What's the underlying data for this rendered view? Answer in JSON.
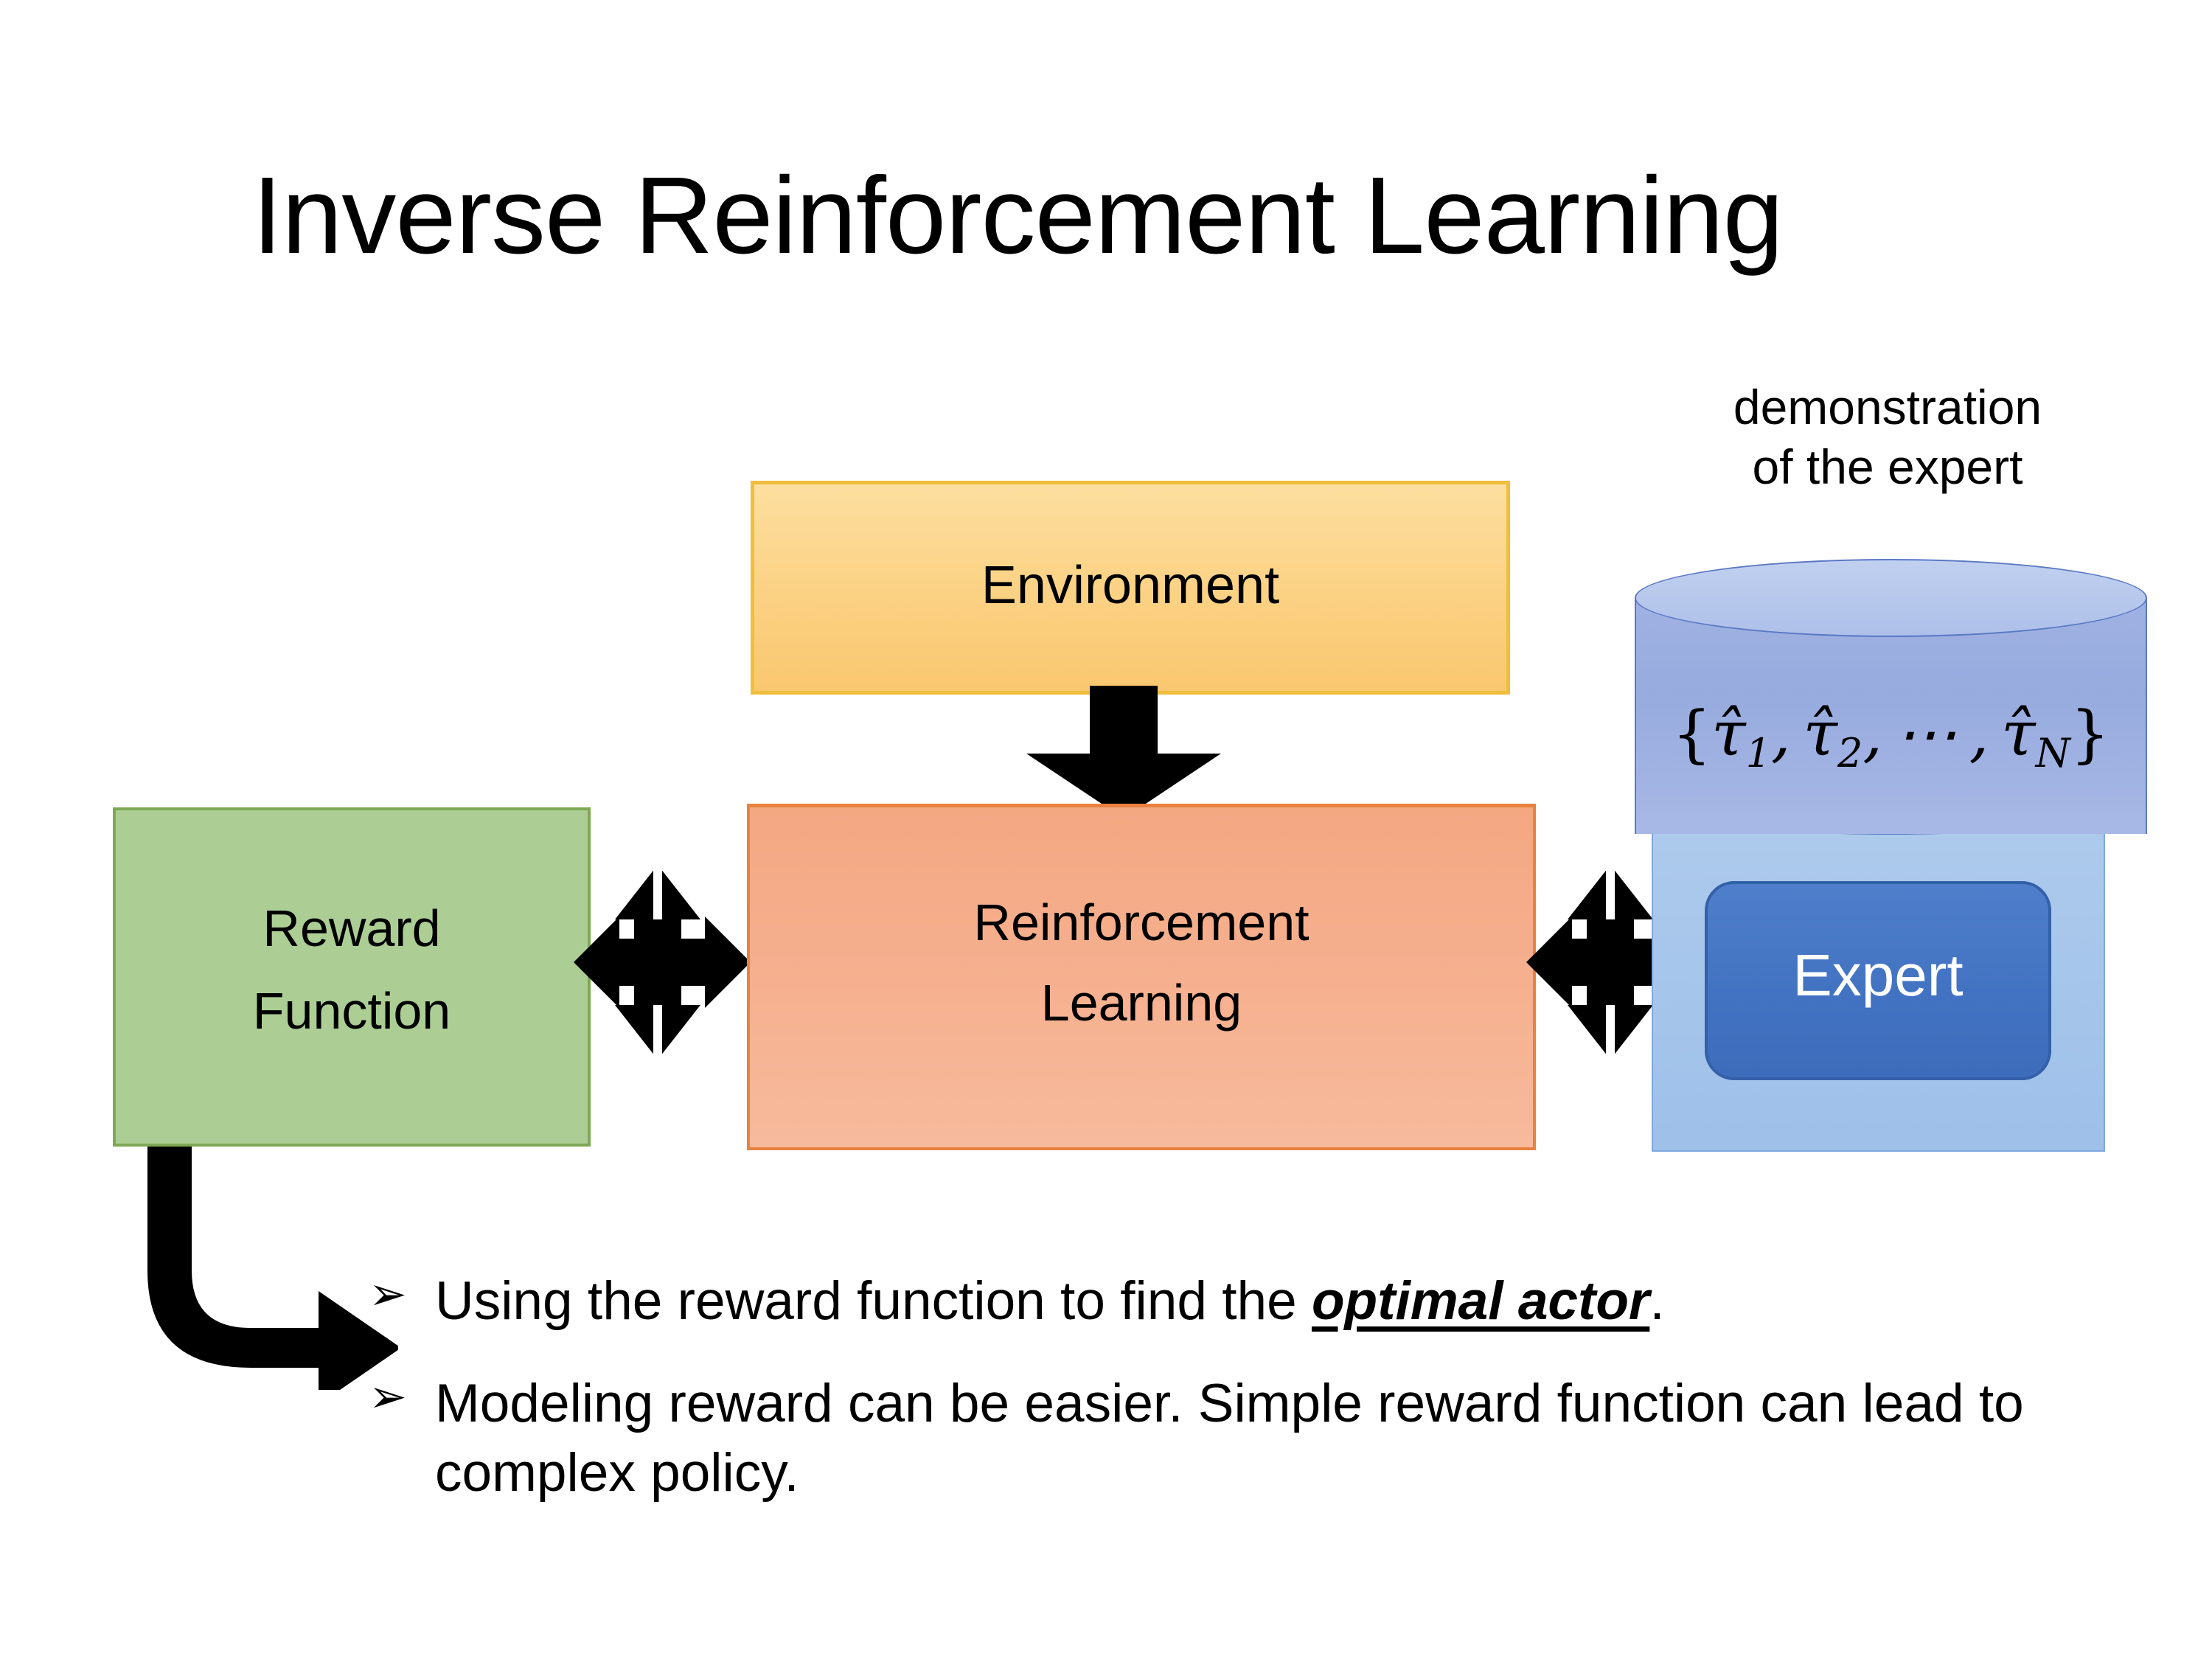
{
  "slide": {
    "title": "Inverse Reinforcement Learning",
    "background_color": "#FFFFFF"
  },
  "diagram": {
    "environment_box": {
      "label": "Environment",
      "fill_color": "#FBD183",
      "border_color": "#F0BE3C"
    },
    "reinforcement_learning_box": {
      "label": "Reinforcement\nLearning",
      "label_line_1": "Reinforcement",
      "label_line_2": "Learning",
      "fill_color": "#F5AE8C",
      "border_color": "#E8823F"
    },
    "reward_function_box": {
      "label_line_1": "Reward",
      "label_line_2": "Function",
      "fill_color": "#ACCE95",
      "border_color": "#7FA854"
    },
    "expert_group": {
      "caption_line_1": "demonstration",
      "caption_line_2": "of the expert",
      "cylinder_formula_open": "{",
      "cylinder_formula_terms": "τ̂1, τ̂2, ⋯ , τ̂N",
      "cylinder_formula_close": "}",
      "cylinder_fill_color": "#9FB2E2",
      "cylinder_top_color": "#C0D0EF",
      "panel_fill_color": "#ADCAEC",
      "expert_label": "Expert",
      "expert_fill_color": "#4273C2",
      "expert_text_color": "#FFFFFF"
    },
    "connectors": [
      {
        "name": "environment-to-rl",
        "icon": "down-arrow-icon"
      },
      {
        "name": "reward-to-rl",
        "icon": "four-way-arrow-icon"
      },
      {
        "name": "rl-to-expert",
        "icon": "four-way-arrow-icon"
      },
      {
        "name": "reward-to-bullets",
        "icon": "elbow-arrow-icon"
      }
    ]
  },
  "bullets": {
    "marker": "➢",
    "items": [
      {
        "prefix": "Using the reward function to find the ",
        "emphasis": "optimal actor",
        "suffix": "."
      },
      {
        "prefix": "Modeling reward can be easier. Simple reward function can lead to complex policy.",
        "emphasis": "",
        "suffix": ""
      }
    ]
  }
}
